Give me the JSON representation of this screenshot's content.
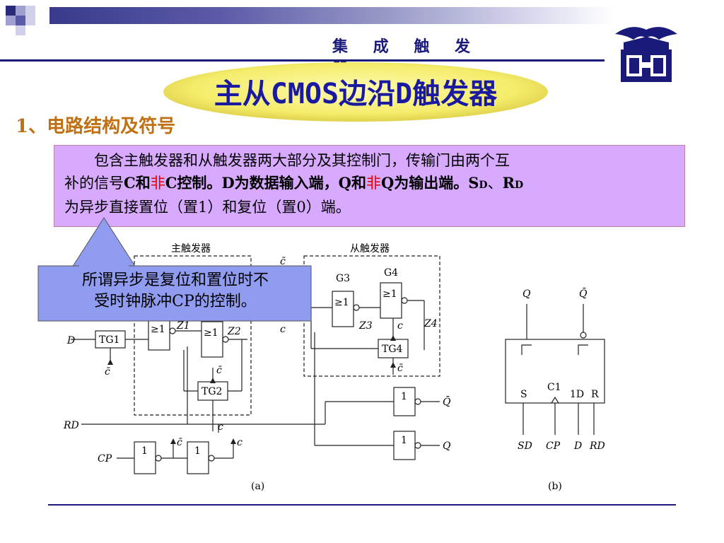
{
  "header": {
    "title": "集 成 触 发 器"
  },
  "main_title": "主从CMOS边沿D触发器",
  "section_title": "1、电路结构及符号",
  "description": {
    "line1": "包含主触发器和从触发器两大部分及其控制门，传输门由两个互",
    "line2_a": "补的信号",
    "line2_b": "C和",
    "line2_c": "非",
    "line2_d": "C控制。",
    "line2_e": "D为数据输入端，",
    "line2_f": "Q和",
    "line2_g": "非",
    "line2_h": "Q为输出端。",
    "line2_i": "S",
    "line2_j": "D",
    "line2_k": "、",
    "line2_l": "R",
    "line2_m": "D",
    "line3": "为异步直接置位（置1）和复位（置0）端。"
  },
  "callout": {
    "line1": "所谓异步是复位和置位时不",
    "line2": "受时钟脉冲CP的控制。"
  },
  "diagram_a": {
    "master_label": "主触发器",
    "slave_label": "从触发器",
    "caption": "(a)",
    "tg1": "TG1",
    "tg2": "TG2",
    "tg4": "TG4",
    "g3": "G3",
    "g4": "G4",
    "gate_ge1": "≥1",
    "gate_1": "1",
    "z1": "Z1",
    "z2": "Z2",
    "z3": "Z3",
    "z4": "Z4",
    "d_in": "D",
    "rd_in": "RD",
    "cp_in": "CP",
    "c": "c",
    "c_bar": "c̄",
    "q": "Q",
    "q_bar": "Q̄"
  },
  "diagram_b": {
    "caption": "(b)",
    "q": "Q",
    "q_bar": "Q̄",
    "s": "S",
    "c1": "C1",
    "d1": "1D",
    "r": "R",
    "sd": "SD",
    "cp": "CP",
    "d": "D",
    "rd": "RD"
  },
  "colors": {
    "title_blue": "#1a1aa0",
    "section_orange": "#c07010",
    "desc_bg": "#d8aaff",
    "callout_bg": "#8f9cf0",
    "ellipse_yellow": "#f4ec6a",
    "red": "#e00000"
  }
}
